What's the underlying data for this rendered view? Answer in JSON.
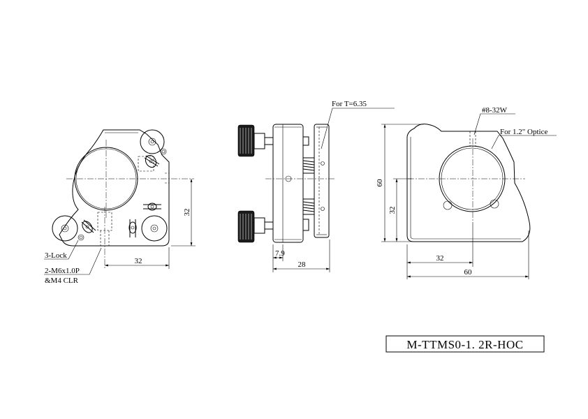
{
  "drawing": {
    "part_number": "M-TTMS0-1. 2R-HOC"
  },
  "front_view": {
    "labels": {
      "lock": "3-Lock",
      "thread_line1": "2-M6x1.0P",
      "thread_line2": "&M4 CLR"
    },
    "dimensions": {
      "center_height": "32",
      "center_offset": "32"
    }
  },
  "side_view": {
    "labels": {
      "optic_thickness": "For T=6.35"
    },
    "dimensions": {
      "front_plate": "7.9",
      "depth": "28"
    }
  },
  "rear_view": {
    "labels": {
      "tap": "#8-32W",
      "optic": "For 1.2\" Optice"
    },
    "dimensions": {
      "height": "60",
      "center_height": "32",
      "center_offset": "32",
      "width": "60"
    }
  }
}
